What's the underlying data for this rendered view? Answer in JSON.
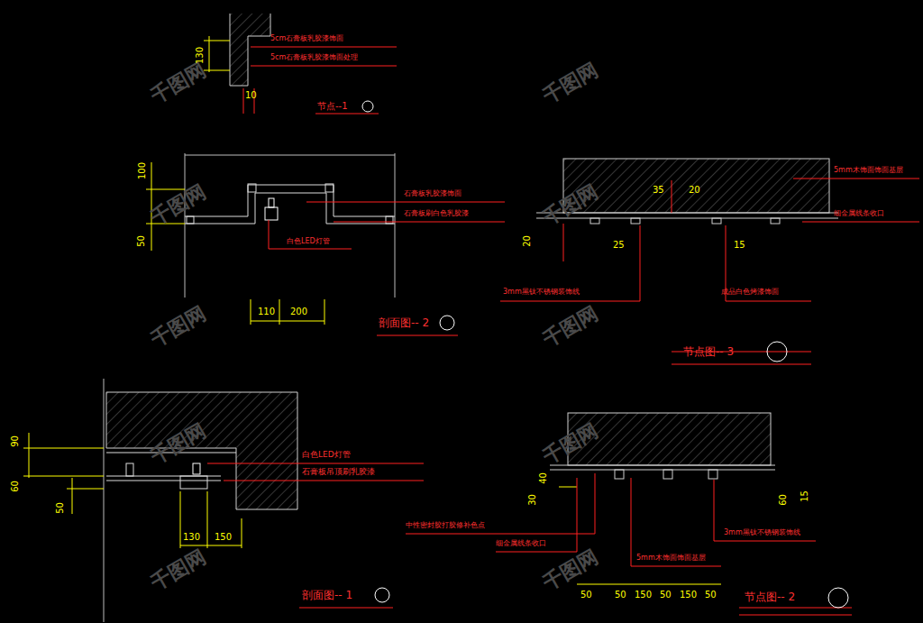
{
  "diagram": {
    "labels": [
      "130",
      "10",
      "5cm石膏板乳胶漆饰面",
      "5cm石膏板乳胶漆饰面处理",
      "节点--1",
      "100",
      "50",
      "石膏板乳胶漆饰面",
      "石膏板刷白色乳胶漆",
      "白色LED灯管",
      "110",
      "200",
      "剖面图-- 2",
      "35",
      "20",
      "20",
      "25",
      "15",
      "5mm木饰面饰面基层",
      "细金属线条收口",
      "3mm黑钛不锈钢装饰线",
      "成品白色烤漆饰面",
      "节点图-- 3",
      "90",
      "60",
      "50",
      "白色LED灯管",
      "石膏板吊顶刷乳胶漆",
      "130",
      "150",
      "剖面图-- 1",
      "40",
      "30",
      "60",
      "15",
      "中性密封胶打胶修补色点",
      "细金属线条收口",
      "5mm木饰面饰面基层",
      "3mm黑钛不锈钢装饰线",
      "50",
      "50",
      "150",
      "50",
      "150",
      "50",
      "节点图-- 2",
      "千图网",
      "千图网",
      "千图网",
      "千图网",
      "千图网",
      "千图网",
      "千图网",
      "千图网",
      "千图网",
      "千图网"
    ]
  }
}
